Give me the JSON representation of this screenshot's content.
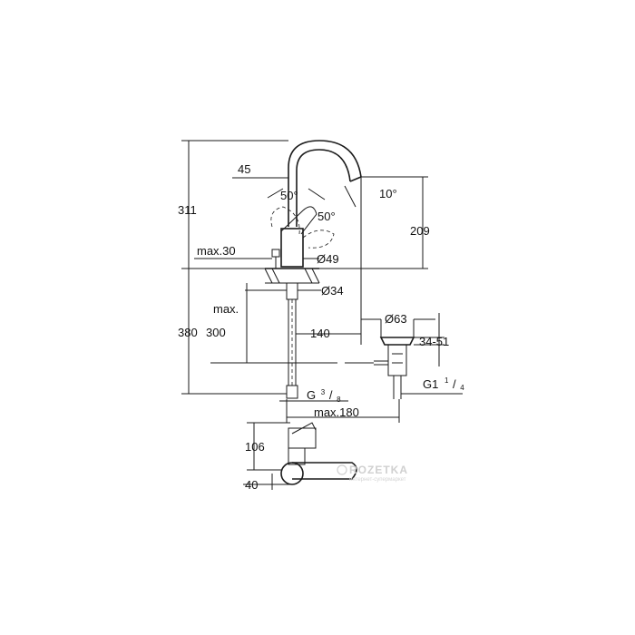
{
  "dimensions": {
    "total_height": "311",
    "handle_offset": "45",
    "handle_angle_left": "50°",
    "handle_angle_right": "50°",
    "spout_angle": "10°",
    "spout_height": "209",
    "max_deck": "max.30",
    "body_diameter": "Ø49",
    "hole_diameter": "Ø34",
    "max_label": "max.",
    "hose_length": "300",
    "overall_below": "380",
    "reach": "140",
    "drain_diameter": "Ø63",
    "drain_range": "34-51",
    "drain_thread": "G1",
    "drain_thread_sup": "1",
    "drain_thread_sub": "4",
    "hose_thread": "G",
    "hose_thread_sup": "3",
    "hose_thread_sub": "8",
    "max_distance": "max.180",
    "top_view_depth": "106",
    "top_view_offset": "40"
  },
  "watermark": {
    "brand": "ROZETKA",
    "tagline": "интернет-супермаркет"
  },
  "colors": {
    "line": "#1a1a1a",
    "text": "#111111",
    "watermark": "#d0d0d0"
  }
}
